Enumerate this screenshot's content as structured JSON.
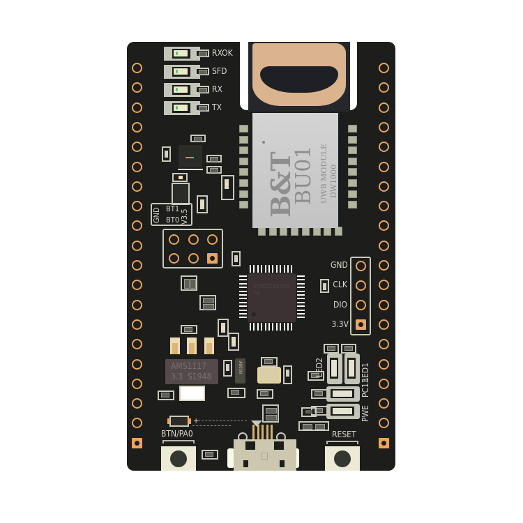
{
  "image": {
    "subject": "UWB development board (PCB), top view",
    "background": "#ffffff",
    "board_color": "#1d1d1b",
    "pad_color": "#e8a65e",
    "silkscreen_color": "#d7d8cf"
  },
  "module": {
    "brand": "B&T",
    "model": "BU01",
    "line1": "UWB MODULE",
    "line2": "DW1000"
  },
  "status_leds": [
    {
      "label": "RXOK"
    },
    {
      "label": "SFD"
    },
    {
      "label": "RX"
    },
    {
      "label": "TX"
    }
  ],
  "boot_jumper": {
    "gnd": "GND",
    "bt1": "BT1",
    "bt0": "BT0",
    "v35": "V3.5"
  },
  "swd_header": {
    "pins": [
      "GND",
      "CLK",
      "DIO",
      "3.3V"
    ]
  },
  "regulator": {
    "line1": "AMS1117",
    "line2": "3.3  S1948"
  },
  "small_chip": "A803N",
  "mcu": {
    "marking": "STM32F103C8T6"
  },
  "indicator_leds": {
    "led2": "LED2",
    "led1": "LED1",
    "pc13": "PC13",
    "pwe": "PWE"
  },
  "buttons": {
    "user": "BTN/PA0",
    "reset": "RESET"
  },
  "polarity_mark": "+",
  "headers": {
    "left_count": 20,
    "right_count": 20
  }
}
